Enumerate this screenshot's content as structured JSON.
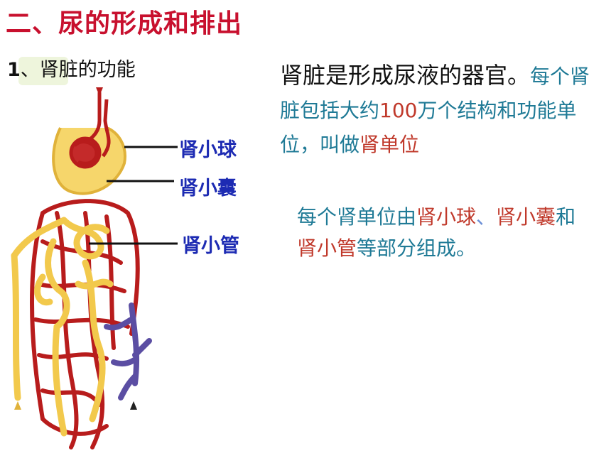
{
  "title": "二、尿的形成和排出",
  "subtitle": {
    "number": "1",
    "text": "、肾脏的功能"
  },
  "diagram_labels": {
    "glomerulus": "肾小球",
    "capsule": "肾小囊",
    "tubule": "肾小管"
  },
  "paragraph1": {
    "part1": "肾脏是形成尿液的器官。",
    "part2": "每个肾脏包括大约",
    "number": "100",
    "part3": "万个结构和功能单位，叫做",
    "term": "肾单位"
  },
  "paragraph2": {
    "part1": "每个肾单位由",
    "term1": "肾小球",
    "sep": "、",
    "term2": "肾小囊",
    "part2": "和",
    "term3": "肾小管",
    "part3": "等部分组成。"
  },
  "colors": {
    "title_red": "#c8102e",
    "label_blue": "#1d2bb3",
    "text_blue": "#1f7a96",
    "text_red": "#c0392b",
    "vessel_red": "#b81c1c",
    "tubule_yellow": "#f2c94c",
    "vein_purple": "#5b4ea3"
  }
}
